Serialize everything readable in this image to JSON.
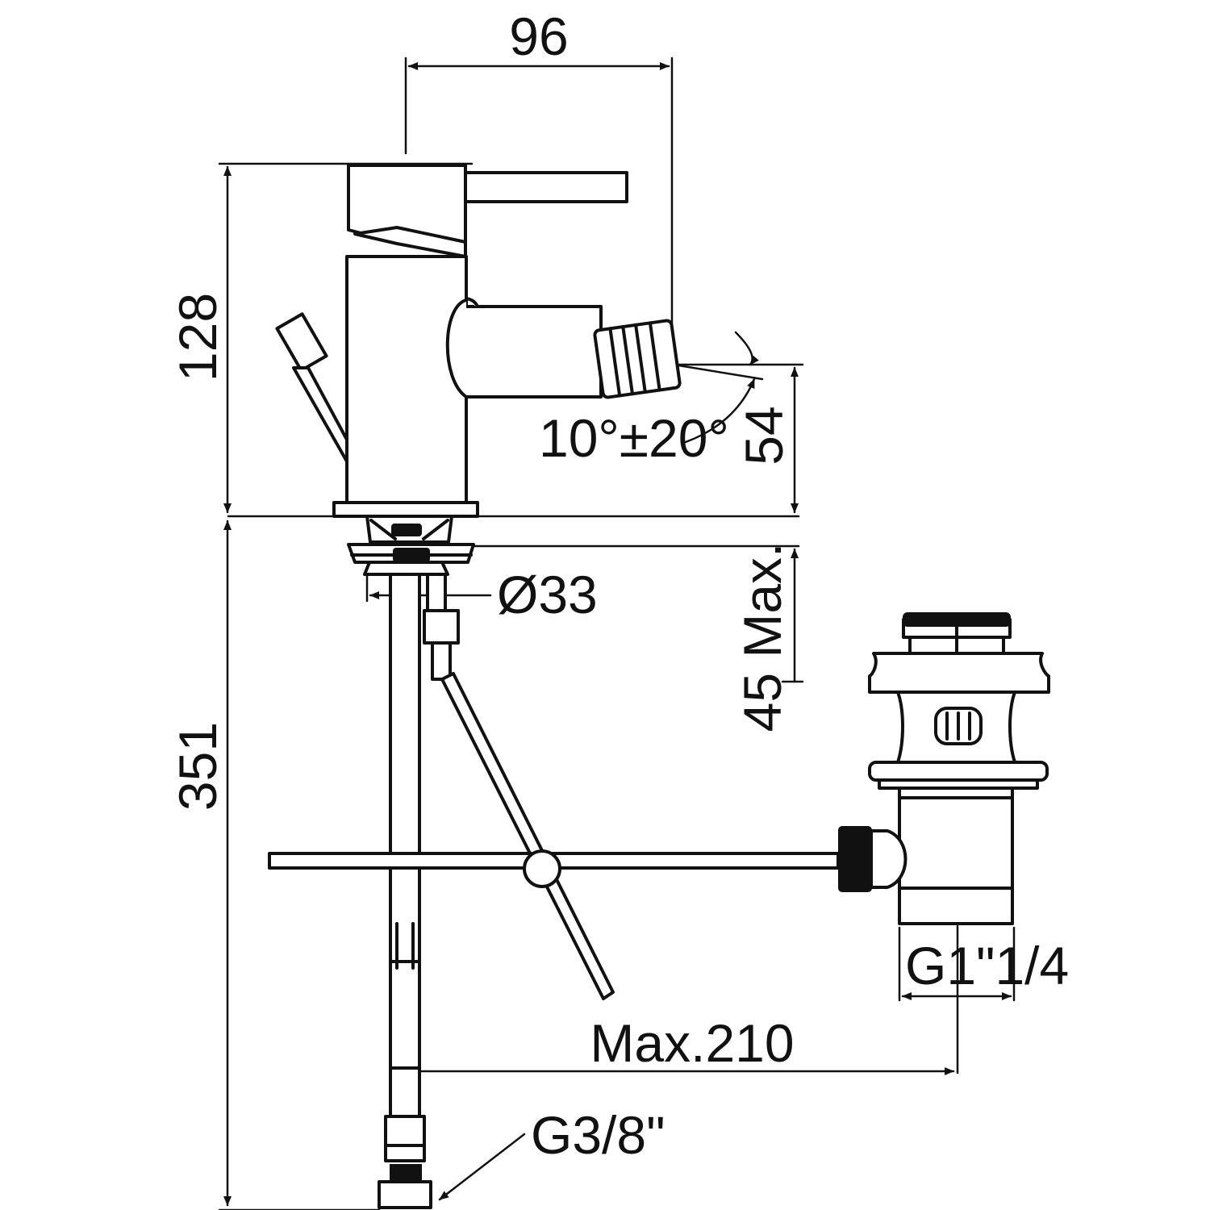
{
  "dimensions": {
    "width_top": "96",
    "total_height": "128",
    "spout_height": "54",
    "spout_angle": "10°±20°",
    "base_diameter": "Ø33",
    "deck_thickness": "45 Max.",
    "total_length": "351",
    "waste_thread": "G1\"1/4",
    "max_reach": "Max.210",
    "hose_thread": "G3/8\""
  },
  "colors": {
    "line": "#111111",
    "background": "#ffffff"
  }
}
